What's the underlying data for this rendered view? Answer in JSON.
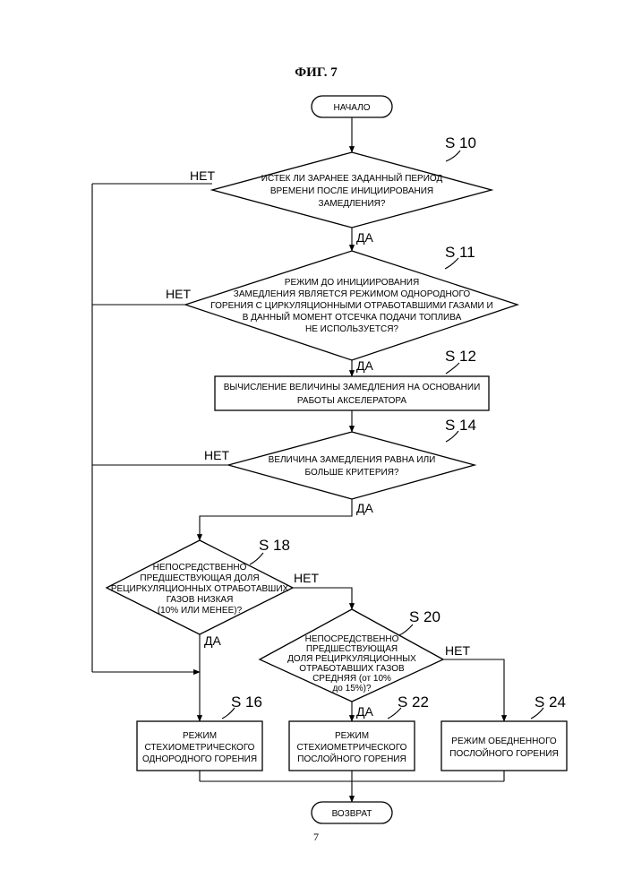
{
  "figure_title": "ФИГ. 7",
  "page_number": "7",
  "start": "НАЧАЛО",
  "end": "ВОЗВРАТ",
  "yes": "ДА",
  "no": "НЕТ",
  "steps": {
    "s10": {
      "id": "S 10",
      "lines": [
        "ИСТЕК ЛИ ЗАРАНЕЕ ЗАДАННЫЙ ПЕРИОД",
        "ВРЕМЕНИ ПОСЛЕ ИНИЦИИРОВАНИЯ",
        "ЗАМЕДЛЕНИЯ?"
      ]
    },
    "s11": {
      "id": "S 11",
      "lines": [
        "РЕЖИМ  ДО ИНИЦИИРОВАНИЯ",
        "ЗАМЕДЛЕНИЯ ЯВЛЯЕТСЯ РЕЖИМОМ ОДНОРОДНОГО",
        "ГОРЕНИЯ С ЦИРКУЛЯЦИОННЫМИ ОТРАБОТАВШИМИ ГАЗАМИ И",
        "В ДАННЫЙ МОМЕНТ ОТСЕЧКА ПОДАЧИ ТОПЛИВА",
        "НЕ ИСПОЛЬЗУЕТСЯ?"
      ]
    },
    "s12": {
      "id": "S 12",
      "lines": [
        "ВЫЧИСЛЕНИЕ ВЕЛИЧИНЫ ЗАМЕДЛЕНИЯ НА ОСНОВАНИИ",
        "РАБОТЫ АКСЕЛЕРАТОРА"
      ]
    },
    "s14": {
      "id": "S 14",
      "lines": [
        "ВЕЛИЧИНА ЗАМЕДЛЕНИЯ РАВНА ИЛИ",
        "БОЛЬШЕ КРИТЕРИЯ?"
      ]
    },
    "s18": {
      "id": "S 18",
      "lines": [
        "НЕПОСРЕДСТВЕННО",
        "ПРЕДШЕСТВУЮЩАЯ ДОЛЯ",
        "РЕЦИРКУЛЯЦИОННЫХ ОТРАБОТАВШИХ",
        "ГАЗОВ НИЗКАЯ",
        "(10% ИЛИ МЕНЕЕ)?"
      ]
    },
    "s20": {
      "id": "S 20",
      "lines": [
        "НЕПОСРЕДСТВЕННО",
        "ПРЕДШЕСТВУЮЩАЯ",
        "ДОЛЯ РЕЦИРКУЛЯЦИОННЫХ",
        "ОТРАБОТАВШИХ ГАЗОВ",
        "СРЕДНЯЯ (от 10%",
        "до 15%)?"
      ]
    },
    "s16": {
      "id": "S 16",
      "lines": [
        "РЕЖИМ",
        "СТЕХИОМЕТРИЧЕСКОГО",
        "ОДНОРОДНОГО ГОРЕНИЯ"
      ]
    },
    "s22": {
      "id": "S 22",
      "lines": [
        "РЕЖИМ",
        "СТЕХИОМЕТРИЧЕСКОГО",
        "ПОСЛОЙНОГО ГОРЕНИЯ"
      ]
    },
    "s24": {
      "id": "S 24",
      "lines": [
        "РЕЖИМ ОБЕДНЕННОГО",
        "ПОСЛОЙНОГО ГОРЕНИЯ"
      ]
    }
  }
}
